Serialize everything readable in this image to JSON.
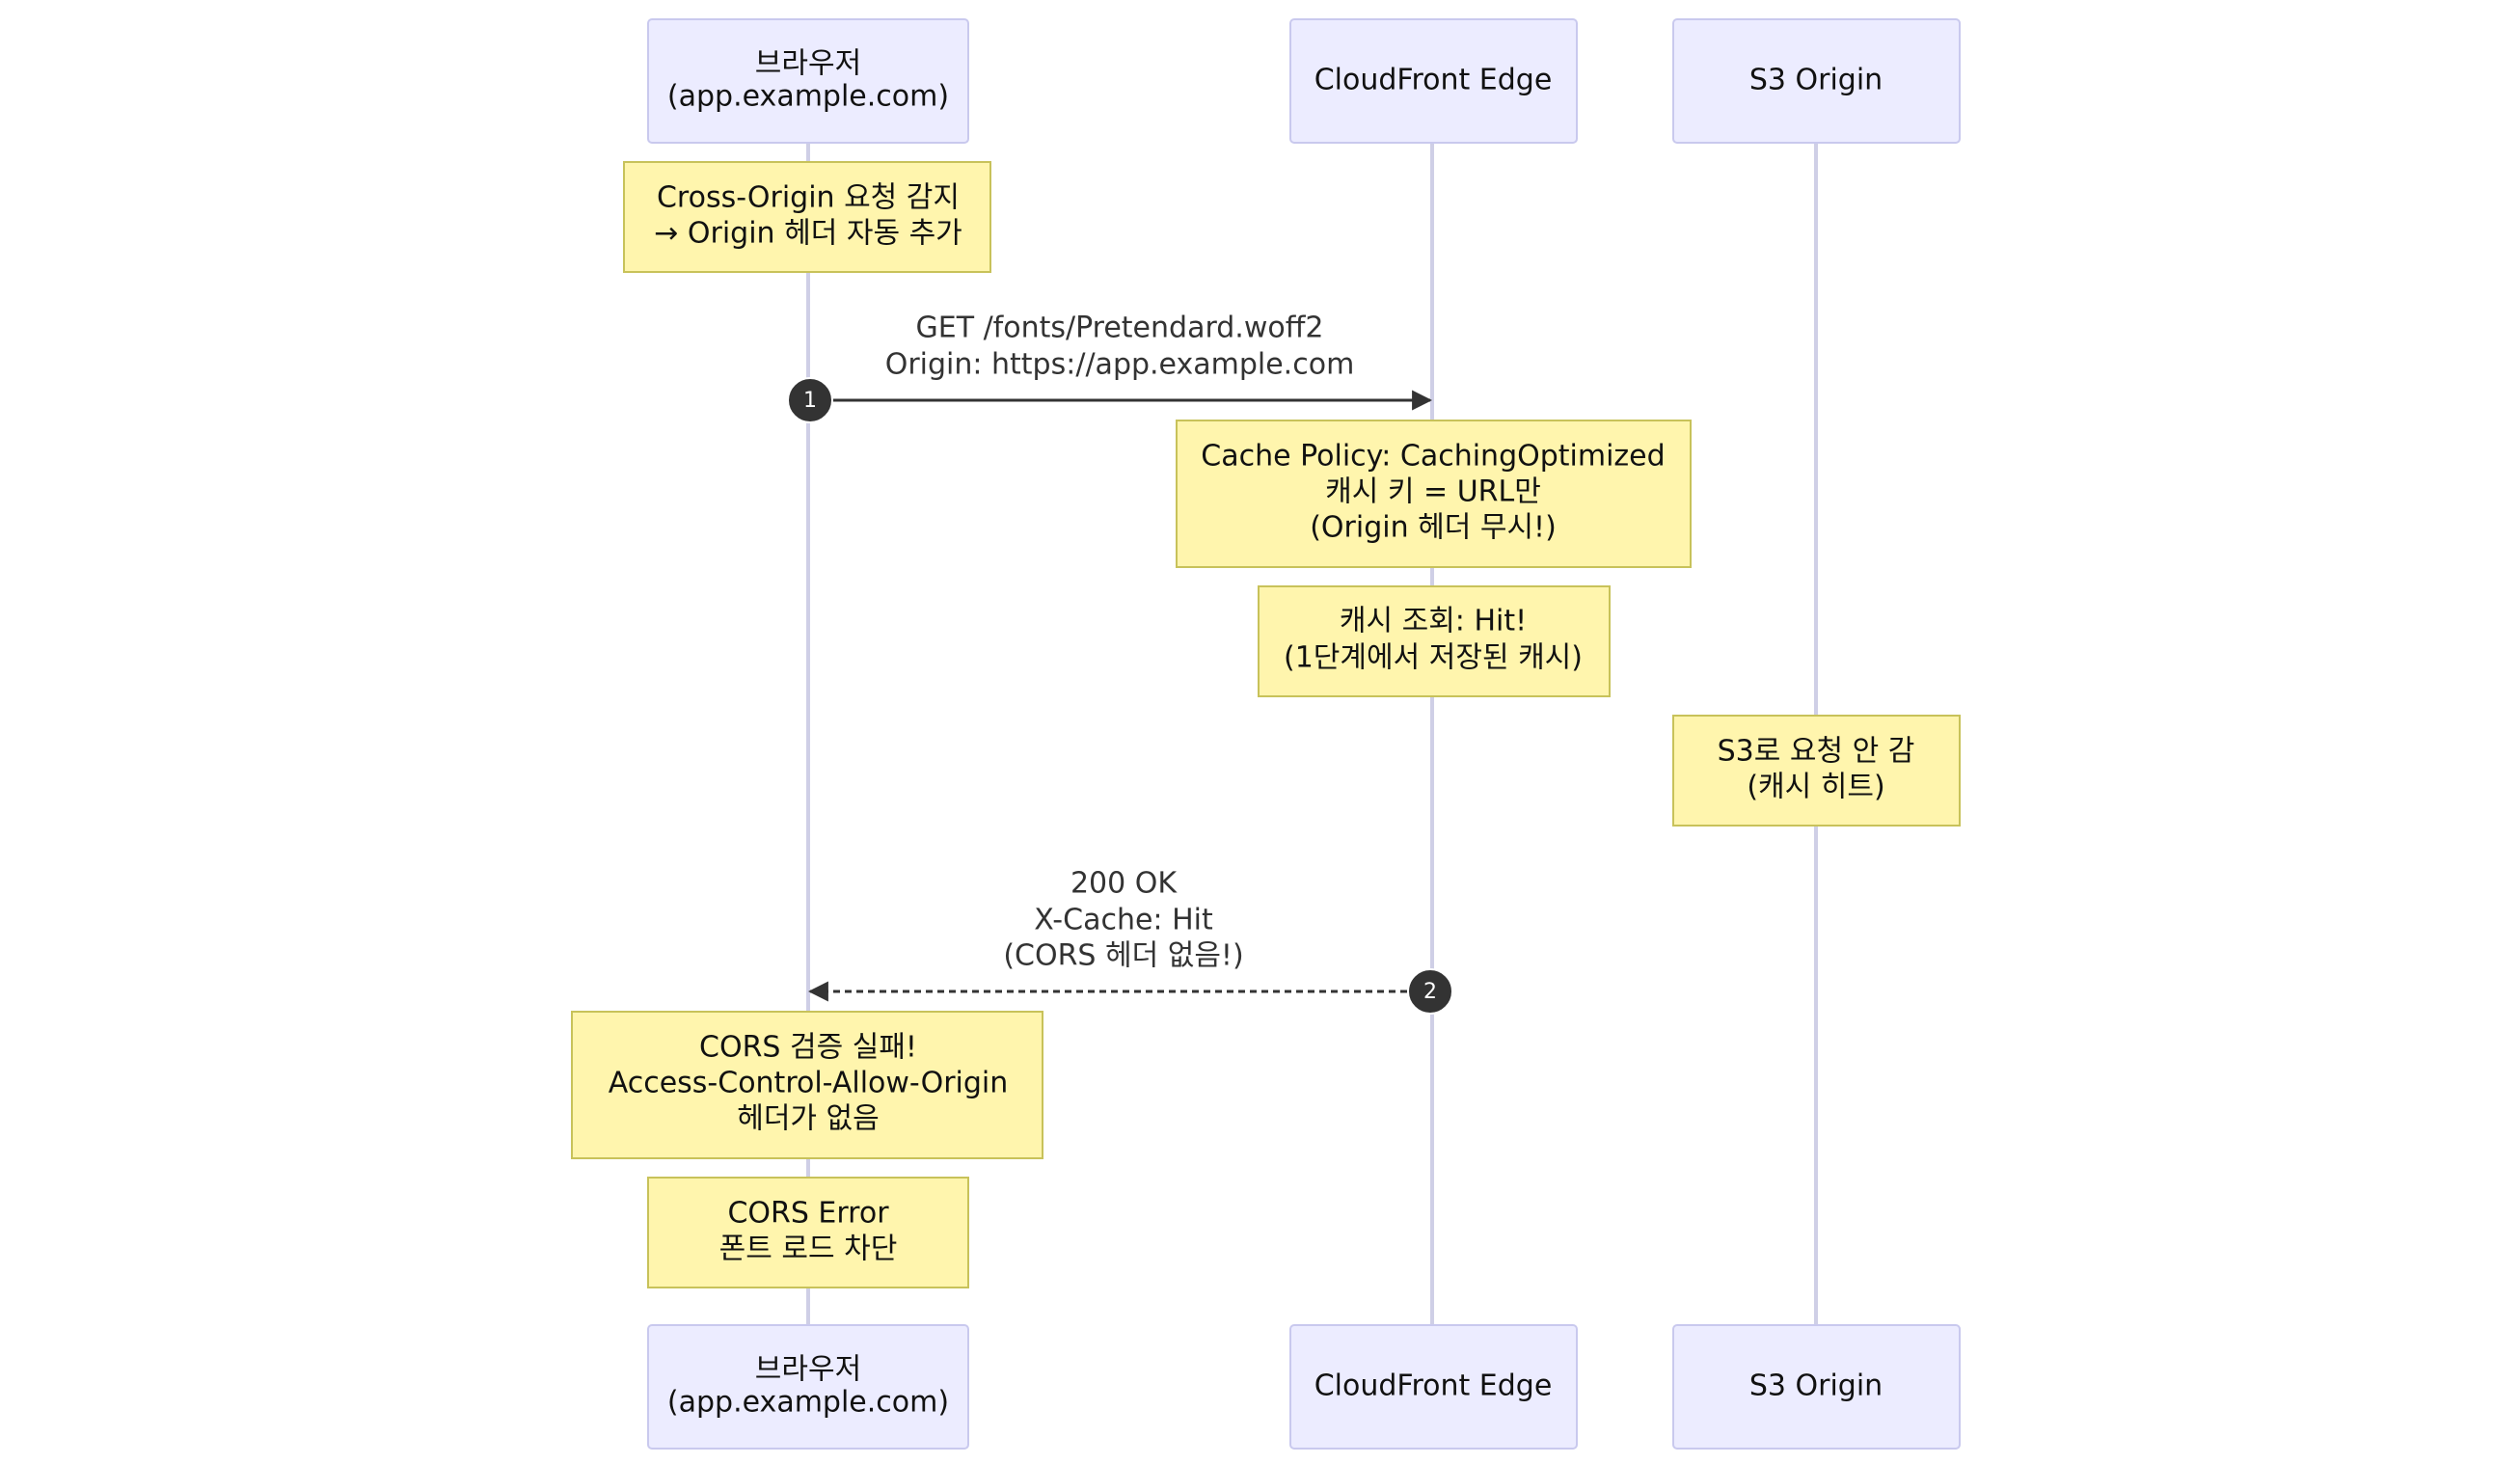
{
  "participants": [
    {
      "id": "browser",
      "lines": [
        "브라우저",
        "(app.example.com)"
      ]
    },
    {
      "id": "cloudfront",
      "lines": [
        "CloudFront Edge"
      ]
    },
    {
      "id": "s3",
      "lines": [
        "S3 Origin"
      ]
    }
  ],
  "notes": [
    {
      "id": "cross-origin-detect",
      "over": "browser",
      "lines": [
        "Cross-Origin 요청 감지",
        "→ Origin 헤더 자동 추가"
      ]
    },
    {
      "id": "cache-policy",
      "over": "cloudfront",
      "lines": [
        "Cache Policy: CachingOptimized",
        "캐시 키 = URL만",
        "(Origin 헤더 무시!)"
      ]
    },
    {
      "id": "cache-lookup",
      "over": "cloudfront",
      "lines": [
        "캐시 조회: Hit!",
        "(1단계에서 저장된 캐시)"
      ]
    },
    {
      "id": "no-s3-request",
      "over": "s3",
      "lines": [
        "S3로 요청 안 감",
        "(캐시 히트)"
      ]
    },
    {
      "id": "cors-validation-failed",
      "over": "browser",
      "lines": [
        "CORS 검증 실패!",
        "Access-Control-Allow-Origin",
        "헤더가 없음"
      ]
    },
    {
      "id": "cors-error",
      "over": "browser",
      "lines": [
        "CORS Error",
        "폰트 로드 차단"
      ]
    }
  ],
  "messages": [
    {
      "id": "get-font-request",
      "seq": "1",
      "from": "browser",
      "to": "cloudfront",
      "style": "solid",
      "lines": [
        "GET /fonts/Pretendard.woff2",
        "Origin: https://app.example.com"
      ]
    },
    {
      "id": "cached-response",
      "seq": "2",
      "from": "cloudfront",
      "to": "browser",
      "style": "dashed",
      "lines": [
        "200 OK",
        "X-Cache: Hit",
        "(CORS 헤더 없음!)"
      ]
    }
  ],
  "colors": {
    "actor_fill": "#ececff",
    "actor_stroke": "#c9c9ee",
    "lifeline": "#cfcfe6",
    "note_fill": "#fff5ad",
    "note_stroke": "#c8c25a",
    "message": "#333333"
  }
}
